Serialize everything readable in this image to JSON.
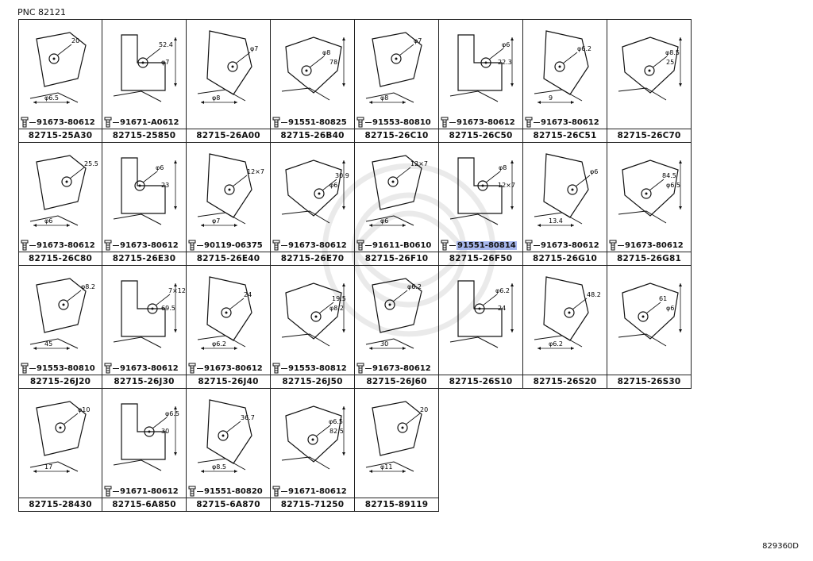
{
  "pnc_label": "PNC 82121",
  "doc_number": "829360D",
  "rows": [
    [
      {
        "part": "82715-25A30",
        "fastener": "91673-80612",
        "dims": [
          "20",
          "φ6.5"
        ]
      },
      {
        "part": "82715-25850",
        "fastener": "91671-A0612",
        "dims": [
          "52.4",
          "φ7"
        ]
      },
      {
        "part": "82715-26A00",
        "fastener": "",
        "dims": [
          "φ7",
          "φ8"
        ]
      },
      {
        "part": "82715-26B40",
        "fastener": "91551-80825",
        "dims": [
          "φ8",
          "78"
        ]
      },
      {
        "part": "82715-26C10",
        "fastener": "91553-80810",
        "dims": [
          "φ7",
          "φ8"
        ]
      },
      {
        "part": "82715-26C50",
        "fastener": "91673-80612",
        "dims": [
          "φ6",
          "22.3"
        ]
      },
      {
        "part": "82715-26C51",
        "fastener": "91673-80612",
        "dims": [
          "φ6.2",
          "9"
        ]
      },
      {
        "part": "82715-26C70",
        "fastener": "",
        "dims": [
          "φ8.5",
          "25"
        ]
      }
    ],
    [
      {
        "part": "82715-26C80",
        "fastener": "91673-80612",
        "dims": [
          "25.5",
          "φ6"
        ]
      },
      {
        "part": "82715-26E30",
        "fastener": "91673-80612",
        "dims": [
          "φ6",
          "23"
        ]
      },
      {
        "part": "82715-26E40",
        "fastener": "90119-06375",
        "dims": [
          "12×7",
          "φ7"
        ]
      },
      {
        "part": "82715-26E70",
        "fastener": "91673-80612",
        "dims": [
          "30.9",
          "φ6"
        ]
      },
      {
        "part": "82715-26F10",
        "fastener": "91611-B0610",
        "dims": [
          "12×7",
          "φ6"
        ]
      },
      {
        "part": "82715-26F50",
        "fastener": "91551-80814",
        "dims": [
          "φ8",
          "12×7"
        ],
        "highlight": true
      },
      {
        "part": "82715-26G10",
        "fastener": "91673-80612",
        "dims": [
          "φ6",
          "13.4"
        ]
      },
      {
        "part": "82715-26G81",
        "fastener": "91673-80612",
        "dims": [
          "84.5",
          "φ6.5"
        ]
      }
    ],
    [
      {
        "part": "82715-26J20",
        "fastener": "91553-80810",
        "dims": [
          "φ8.2",
          "45"
        ]
      },
      {
        "part": "82715-26J30",
        "fastener": "91673-80612",
        "dims": [
          "7×12",
          "69.5"
        ]
      },
      {
        "part": "82715-26J40",
        "fastener": "91673-80612",
        "dims": [
          "24",
          "φ6.2"
        ]
      },
      {
        "part": "82715-26J50",
        "fastener": "91553-80812",
        "dims": [
          "19.5",
          "φ8.2"
        ]
      },
      {
        "part": "82715-26J60",
        "fastener": "91673-80612",
        "dims": [
          "φ6.2",
          "30"
        ]
      },
      {
        "part": "82715-26S10",
        "fastener": "",
        "dims": [
          "φ6.2",
          "24"
        ]
      },
      {
        "part": "82715-26S20",
        "fastener": "",
        "dims": [
          "48.2",
          "φ6.2"
        ]
      },
      {
        "part": "82715-26S30",
        "fastener": "",
        "dims": [
          "61",
          "φ6"
        ]
      }
    ],
    [
      {
        "part": "82715-28430",
        "fastener": "",
        "dims": [
          "φ10",
          "17"
        ]
      },
      {
        "part": "82715-6A850",
        "fastener": "91671-80612",
        "dims": [
          "φ6.5",
          "30"
        ]
      },
      {
        "part": "82715-6A870",
        "fastener": "91551-80820",
        "dims": [
          "36.7",
          "φ8.5"
        ]
      },
      {
        "part": "82715-71250",
        "fastener": "91671-80612",
        "dims": [
          "φ6.5",
          "82.5"
        ]
      },
      {
        "part": "82715-89119",
        "fastener": "",
        "dims": [
          "20",
          "φ11"
        ]
      }
    ]
  ]
}
